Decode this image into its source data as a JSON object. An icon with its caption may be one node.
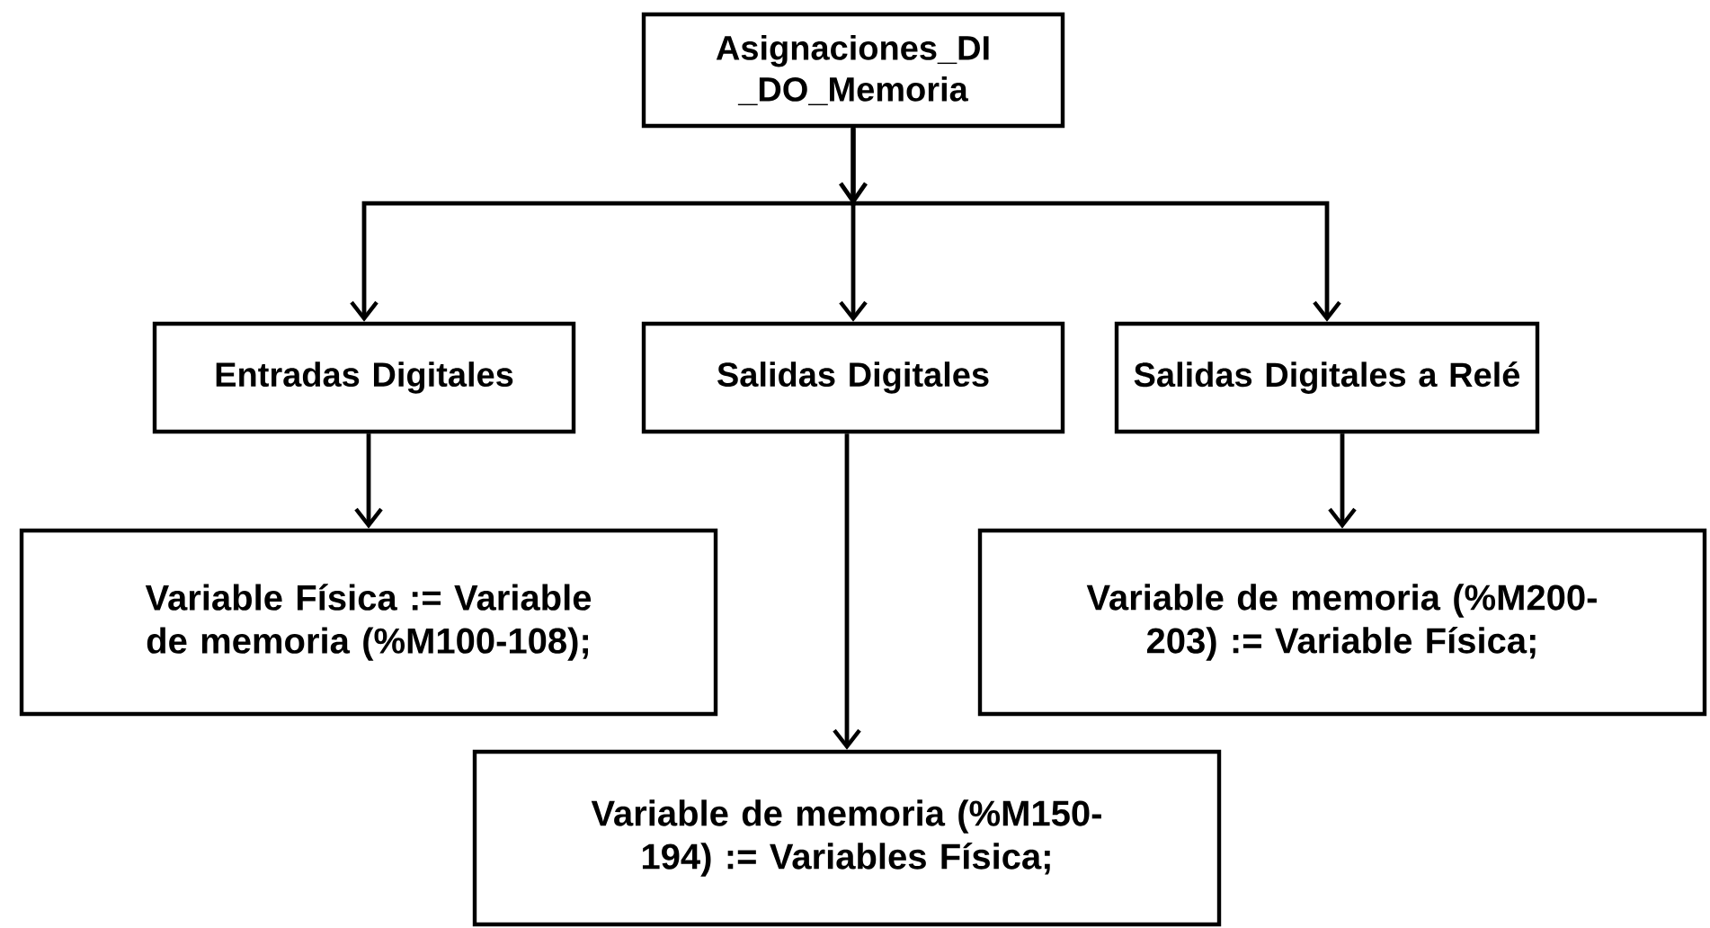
{
  "diagram": {
    "nodes": [
      {
        "text": [
          "Asignaciones_DI _DO_Memoria"
        ]
      },
      {
        "text": [
          "Entradas Digitales"
        ]
      },
      {
        "text": [
          "Salidas Digitales"
        ]
      },
      {
        "text": [
          "Salidas Digitales a Relé"
        ]
      },
      {
        "text": [
          "Variable Física := Variable de memoria (%M100-108);"
        ]
      },
      {
        "text": [
          "Variable de memoria (%M200-203) := Variable Física;"
        ]
      },
      {
        "text": [
          "Variable de memoria (%M150-194) := Variables Física;"
        ]
      }
    ],
    "edges": [
      {
        "from": 0,
        "to": 1,
        "arrow": "to"
      },
      {
        "from": 0,
        "to": 2,
        "arrow": "to"
      },
      {
        "from": 0,
        "to": 3,
        "arrow": "to"
      },
      {
        "from": 1,
        "to": 4,
        "arrow": "to"
      },
      {
        "from": 2,
        "to": 6,
        "arrow": "to"
      },
      {
        "from": 3,
        "to": 5,
        "arrow": "to"
      }
    ]
  }
}
